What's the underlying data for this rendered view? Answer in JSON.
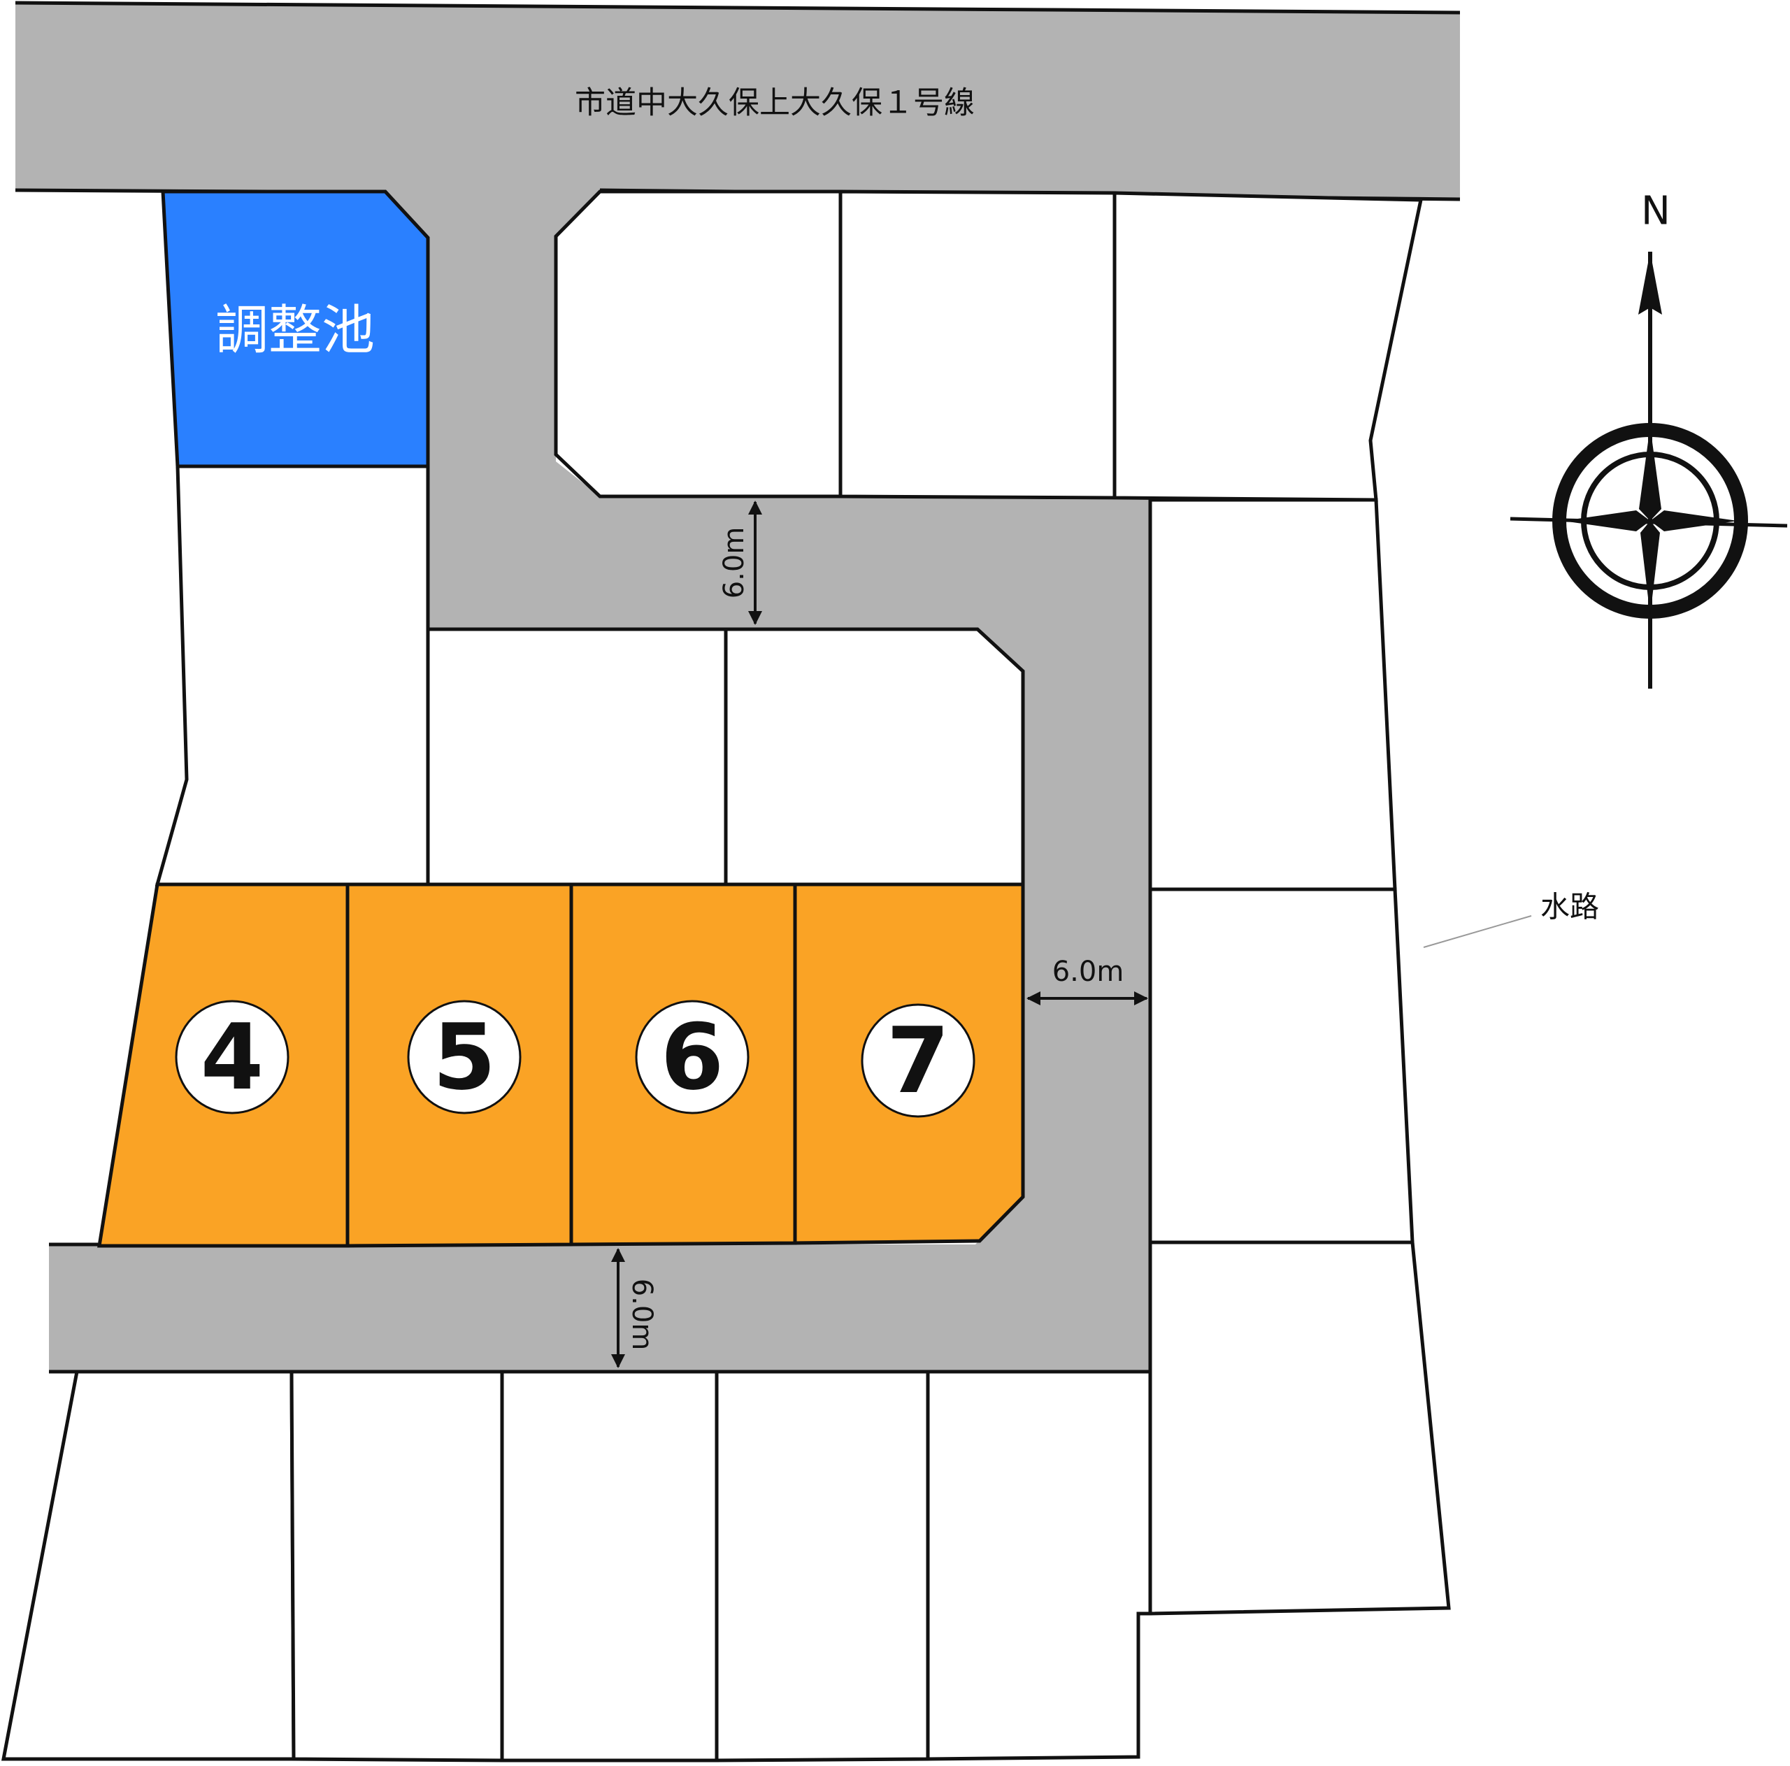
{
  "colors": {
    "road": "#b3b3b3",
    "pond": "#2a80ff",
    "highlight": "#faa325",
    "lot": "#ffffff",
    "line": "#111111"
  },
  "road_name": "市道中大久保上大久保１号線",
  "pond_label": "調整池",
  "waterway_label": "水路",
  "compass": {
    "north_label": "N",
    "icon": "compass-rose-icon"
  },
  "dimensions": {
    "road_width_upper": "6.0m",
    "road_width_right": "6.0m",
    "road_width_lower": "6.0m"
  },
  "highlighted_lots": [
    {
      "number": "4"
    },
    {
      "number": "5"
    },
    {
      "number": "6"
    },
    {
      "number": "7"
    }
  ]
}
